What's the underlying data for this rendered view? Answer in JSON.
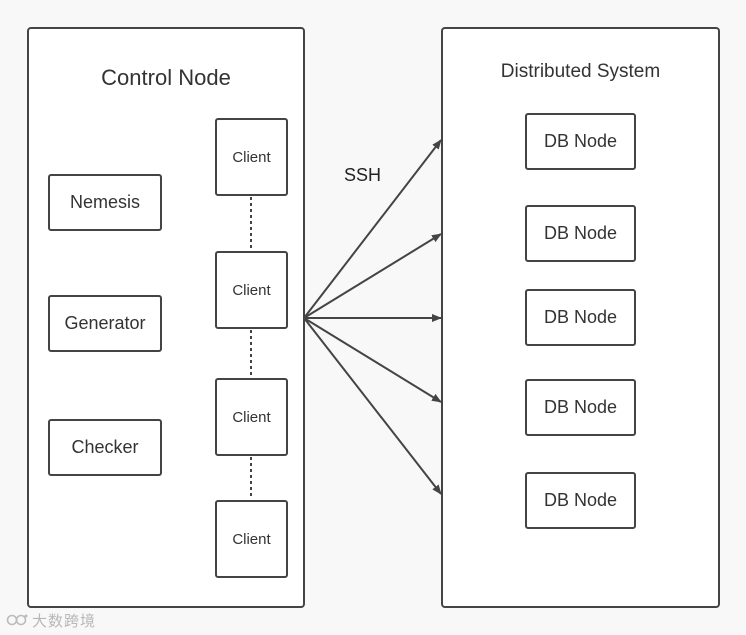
{
  "control_node": {
    "title": "Control Node",
    "components": [
      "Nemesis",
      "Generator",
      "Checker"
    ],
    "clients": [
      "Client",
      "Client",
      "Client",
      "Client"
    ]
  },
  "connection": {
    "label": "SSH",
    "arrow_count": 5
  },
  "distributed_system": {
    "title": "Distributed System",
    "nodes": [
      "DB Node",
      "DB Node",
      "DB Node",
      "DB Node",
      "DB Node"
    ]
  },
  "watermark": {
    "text": "大数跨境"
  },
  "colors": {
    "stroke": "#444444",
    "background": "#f8f8f8",
    "panel": "#ffffff"
  }
}
